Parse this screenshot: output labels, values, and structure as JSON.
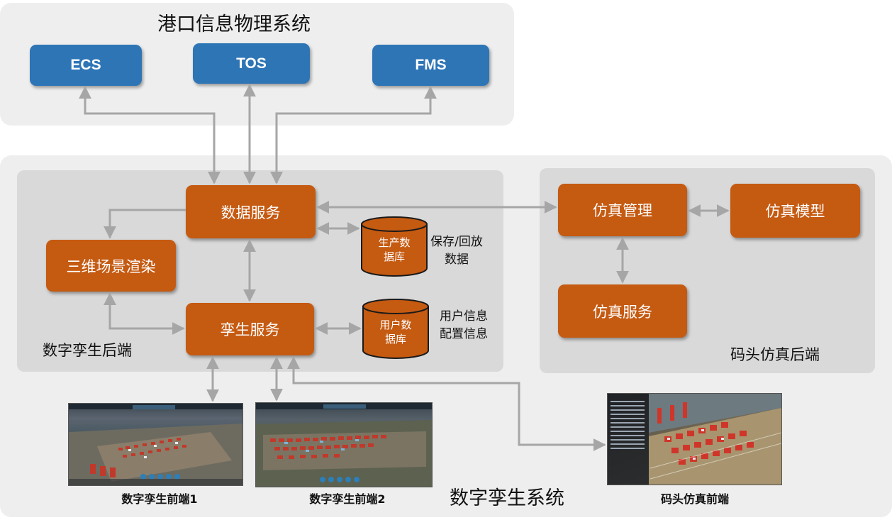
{
  "port_system": {
    "title": "港口信息物理系统",
    "nodes": {
      "ecs": "ECS",
      "tos": "TOS",
      "fms": "FMS"
    }
  },
  "twin_system": {
    "title": "数字孪生系统",
    "backend": {
      "title": "数字孪生后端",
      "data_service": "数据服务",
      "render_3d": "三维场景渲染",
      "twin_service": "孪生服务",
      "prod_db": {
        "line1": "生产数",
        "line2": "据库",
        "note_line1": "保存/回放",
        "note_line2": "数据"
      },
      "user_db": {
        "line1": "用户数",
        "line2": "据库",
        "note_line1": "用户信息",
        "note_line2": "配置信息"
      }
    },
    "sim_backend": {
      "title": "码头仿真后端",
      "sim_manage": "仿真管理",
      "sim_model": "仿真模型",
      "sim_service": "仿真服务"
    },
    "frontends": {
      "front1": "数字孪生前端1",
      "front2": "数字孪生前端2",
      "sim_front": "码头仿真前端"
    }
  },
  "colors": {
    "blue_node": "#2e75b6",
    "orange_node": "#c55a11",
    "outer_panel": "#eeeeee",
    "inner_panel": "#d9d9d9",
    "arrow": "#a6a6a6"
  }
}
